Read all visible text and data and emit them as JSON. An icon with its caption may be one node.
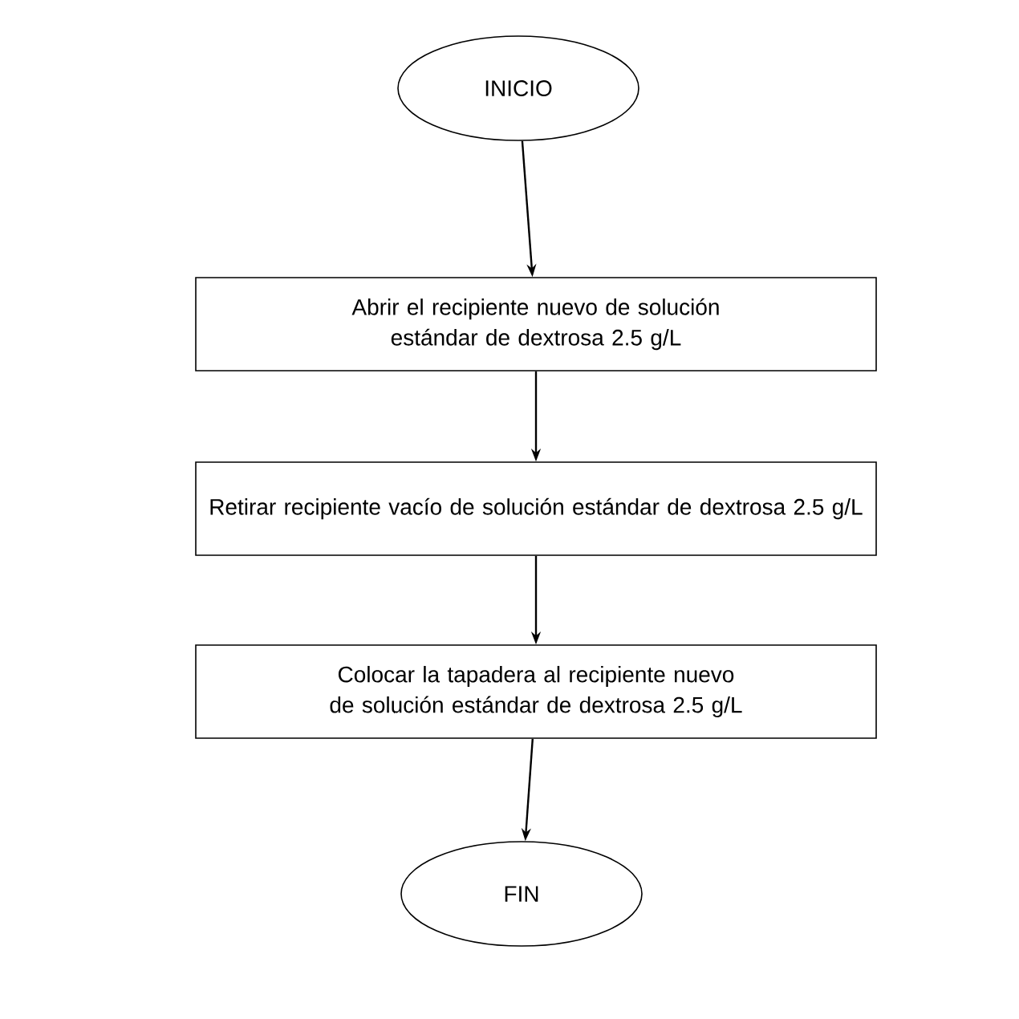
{
  "diagram": {
    "nodes": [
      {
        "text": [
          "INICIO"
        ]
      },
      {
        "text": [
          "Abrir el recipiente nuevo de solución estándar de dextrosa 2.5 g/L"
        ]
      },
      {
        "text": [
          "Retirar recipiente vacío de solución estándar de dextrosa 2.5 g/L"
        ]
      },
      {
        "text": [
          "Colocar la tapadera al recipiente nuevo de solución estándar de dextrosa 2.5 g/L"
        ]
      },
      {
        "text": [
          "FIN"
        ]
      }
    ],
    "edges": [
      {
        "from": 0,
        "to": 1,
        "arrow": "to"
      },
      {
        "from": 1,
        "to": 2,
        "arrow": "to"
      },
      {
        "from": 2,
        "to": 3,
        "arrow": "to"
      },
      {
        "from": 3,
        "to": 4,
        "arrow": "to"
      }
    ]
  }
}
